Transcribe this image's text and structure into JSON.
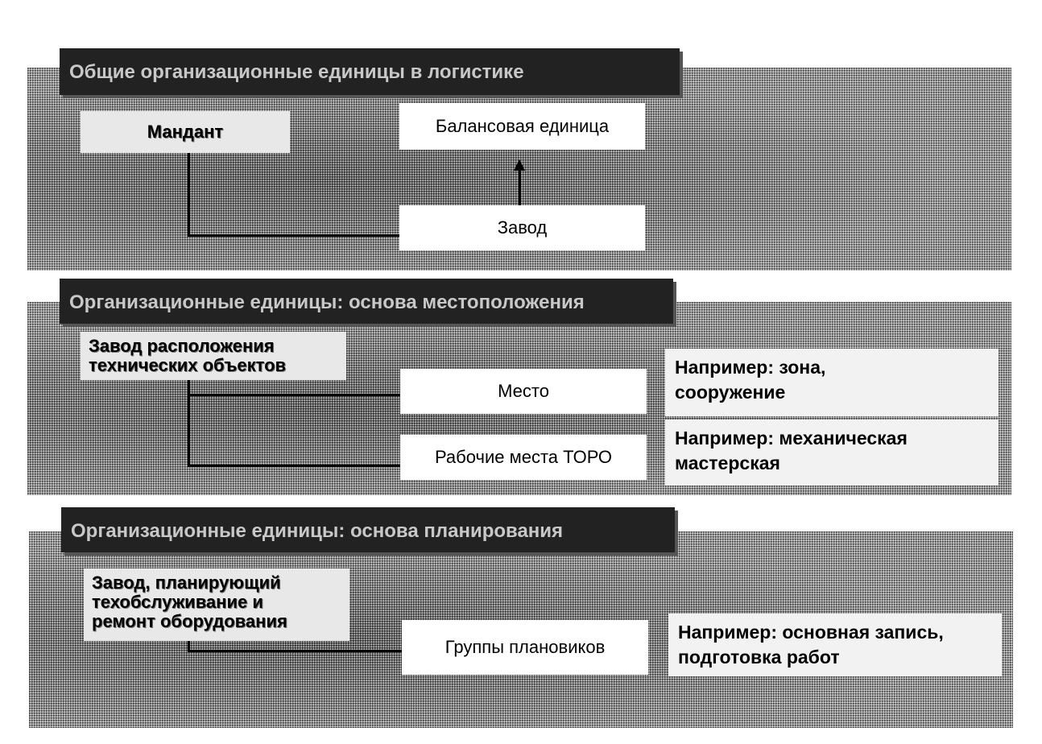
{
  "sections": [
    {
      "header": "Общие организационные единицы в логистике",
      "root": "Мандант",
      "units": [
        "Балансовая единица",
        "Завод"
      ]
    },
    {
      "header": "Организационные единицы: основа местоположения",
      "root": "Завод расположения\nтехнических объектов",
      "units": [
        "Место",
        "Рабочие места ТОРО"
      ],
      "examples": [
        "Например: зона,\nсооружение",
        "Например: механическая\nмастерская"
      ]
    },
    {
      "header": "Организационные единицы: основа планирования",
      "root": "Завод, планирующий\nтехобслуживание и\nремонт оборудования",
      "units": [
        "Группы плановиков"
      ],
      "examples": [
        "Например: основная запись,\nподготовка работ"
      ]
    }
  ]
}
